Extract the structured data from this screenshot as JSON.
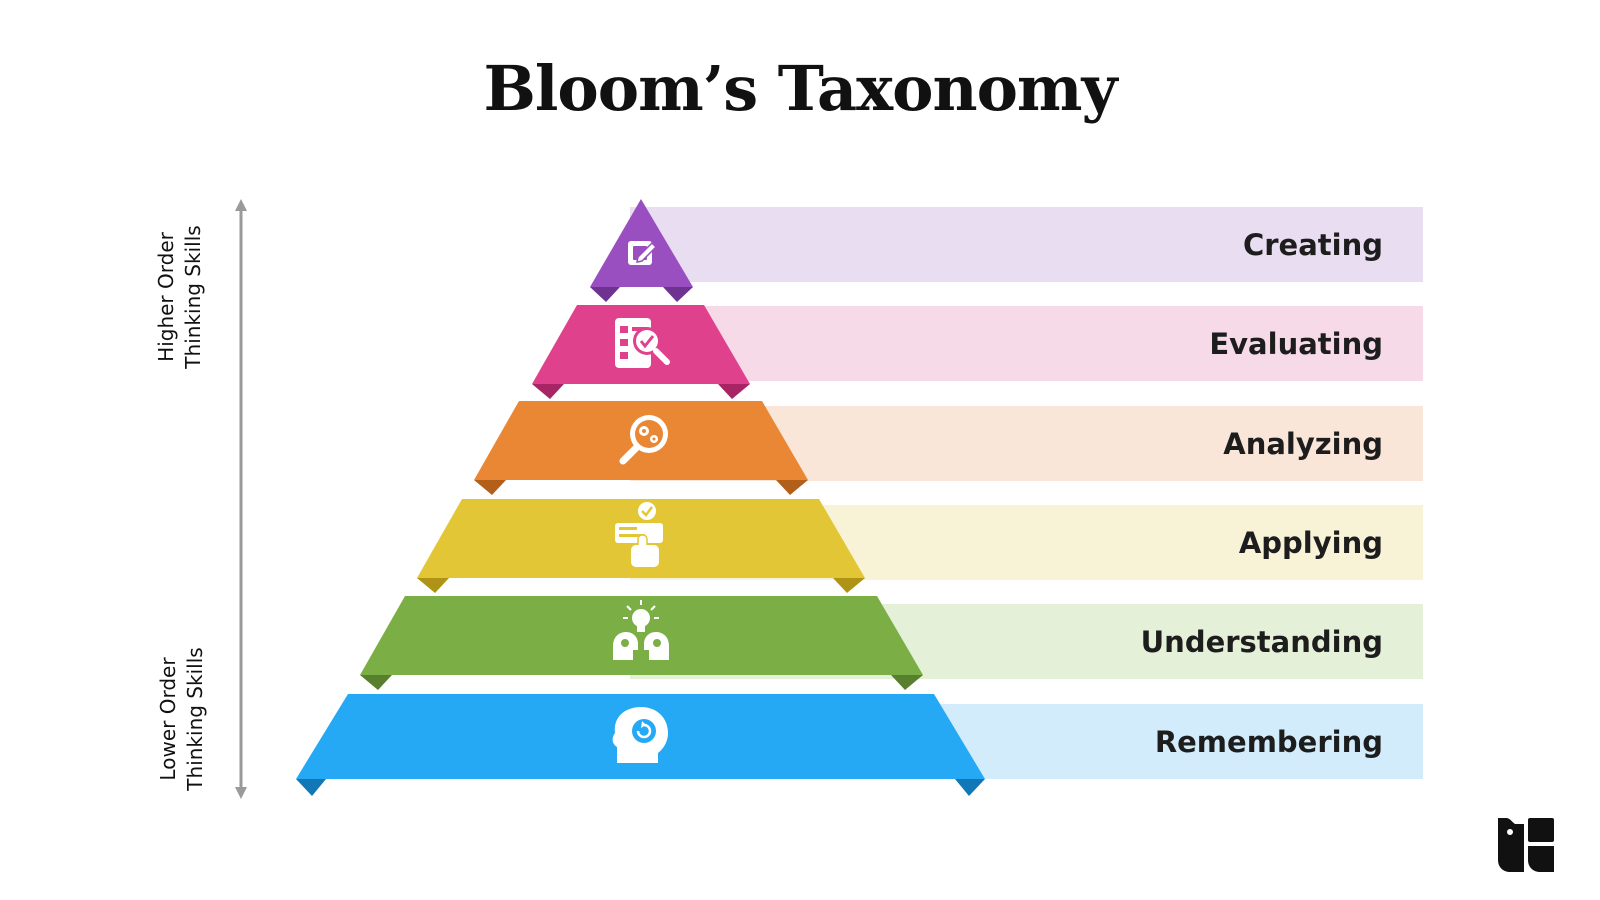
{
  "title": "Bloom’s Taxonomy",
  "axis": {
    "higher_line1": "Higher Order",
    "higher_line2": "Thinking Skills",
    "lower_line1": "Lower Order",
    "lower_line2": "Thinking Skills"
  },
  "levels": [
    {
      "label": "Creating",
      "color": "#9A4FC0",
      "dark": "#6E3390",
      "band": "#E8DDF1",
      "icon": "edit-note-icon"
    },
    {
      "label": "Evaluating",
      "color": "#E0418C",
      "dark": "#A82565",
      "band": "#F7DAE7",
      "icon": "checklist-magnifier-icon"
    },
    {
      "label": "Analyzing",
      "color": "#EA8735",
      "dark": "#B35F1A",
      "band": "#F9E6D8",
      "icon": "magnifier-gears-icon"
    },
    {
      "label": "Applying",
      "color": "#E3C636",
      "dark": "#AE9314",
      "band": "#F8F2D7",
      "icon": "hand-checklist-icon"
    },
    {
      "label": "Understanding",
      "color": "#7BAF45",
      "dark": "#587F2E",
      "band": "#E4F0D8",
      "icon": "idea-heads-icon"
    },
    {
      "label": "Remembering",
      "color": "#25A9F4",
      "dark": "#1277B6",
      "band": "#D3ECFC",
      "icon": "head-refresh-icon"
    }
  ]
}
